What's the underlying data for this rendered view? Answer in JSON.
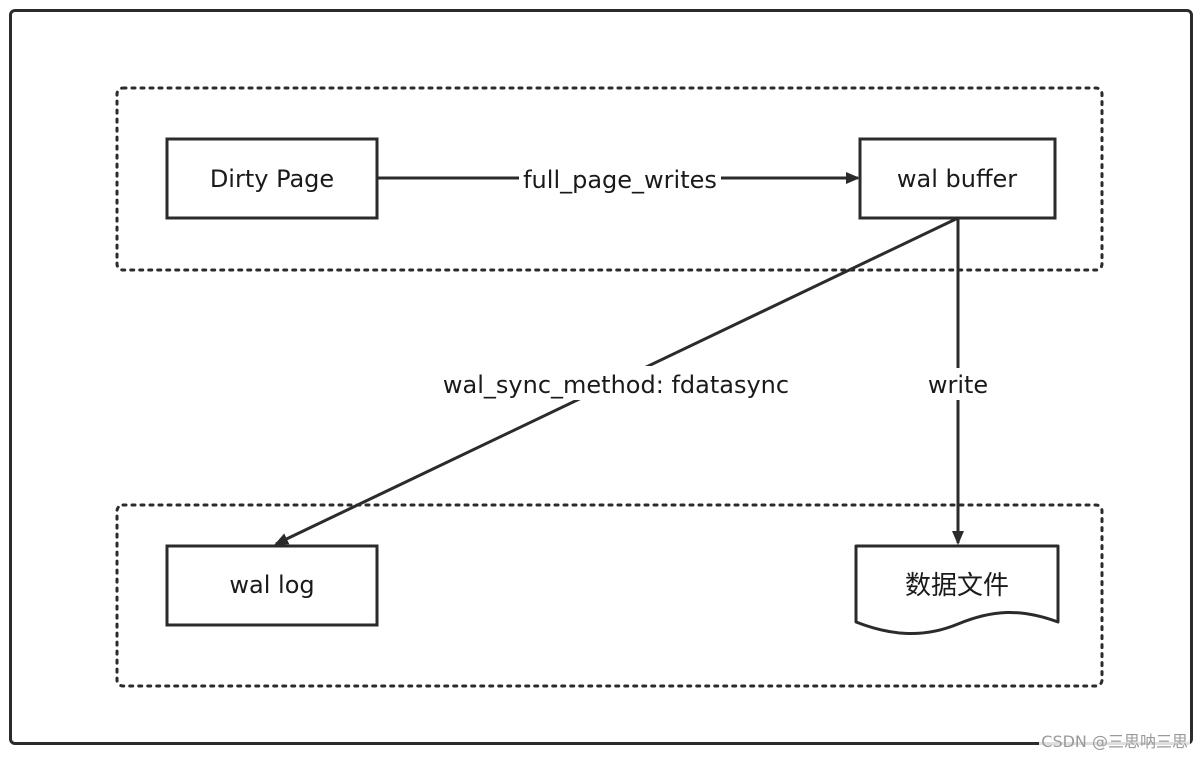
{
  "diagram": {
    "nodes": {
      "dirty_page": "Dirty Page",
      "wal_buffer": "wal buffer",
      "wal_log": "wal log",
      "data_file": "数据文件"
    },
    "edges": {
      "full_page_writes": "full_page_writes",
      "wal_sync_method": "wal_sync_method: fdatasync",
      "write": "write"
    }
  },
  "watermark": "CSDN @三思呐三思",
  "colors": {
    "stroke": "#2b2b2b",
    "text": "#1a1a1a",
    "watermark": "#9a9a9a"
  }
}
